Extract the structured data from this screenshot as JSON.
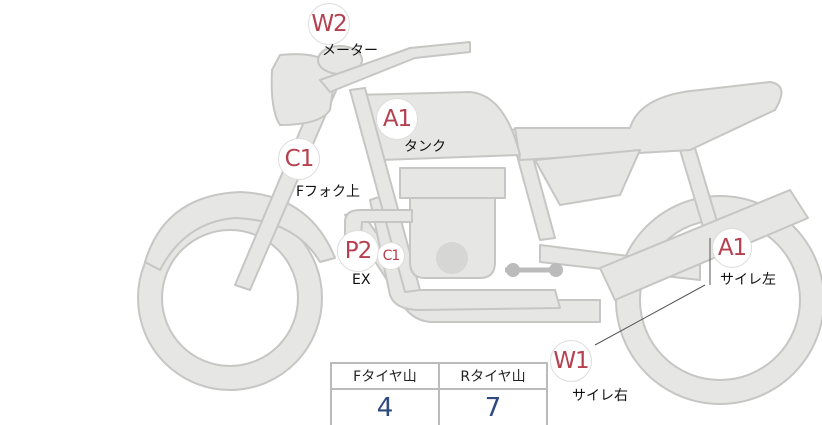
{
  "badges": {
    "w2": "W2",
    "a1_tank": "A1",
    "c1_fork": "C1",
    "p2": "P2",
    "c1_ex": "C1",
    "a1_left": "A1",
    "w1": "W1"
  },
  "labels": {
    "meter": "メーター",
    "tank": "タンク",
    "fork": "Fフォク上",
    "ex": "EX",
    "muffler_left": "サイレ左",
    "muffler_right": "サイレ右"
  },
  "tire_table": {
    "headers": [
      "Fタイヤ山",
      "Rタイヤ山"
    ],
    "values": [
      "4",
      "7"
    ]
  },
  "colors": {
    "body": "#e6e6e4",
    "outline": "#c6c6c4",
    "badge_text": "#b5404f",
    "value_text": "#2f4a7f"
  }
}
